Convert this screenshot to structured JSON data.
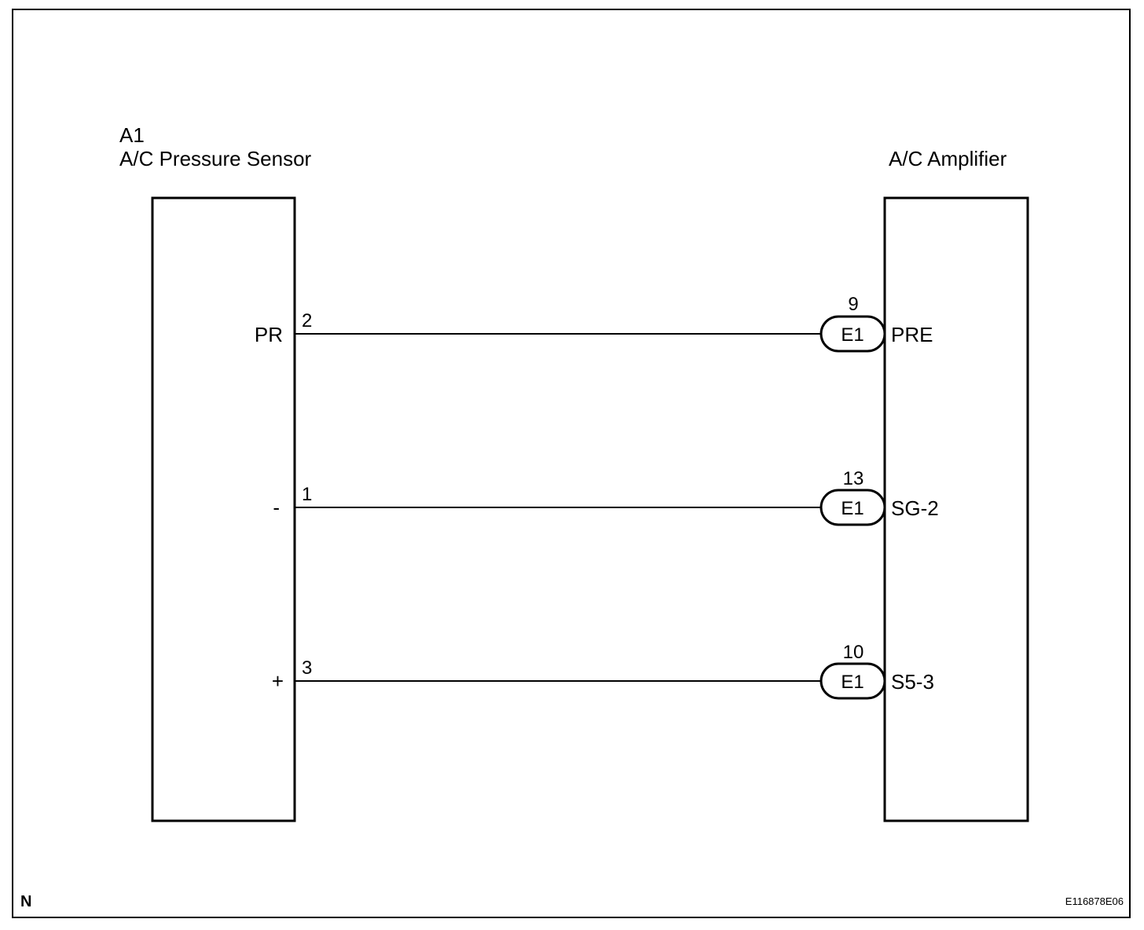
{
  "sensor": {
    "code": "A1",
    "name": "A/C Pressure Sensor",
    "pins": [
      {
        "signal": "PR",
        "pin": "2"
      },
      {
        "signal": "-",
        "pin": "1"
      },
      {
        "signal": "+",
        "pin": "3"
      }
    ]
  },
  "amplifier": {
    "name": "A/C Amplifier",
    "pins": [
      {
        "connector": "E1",
        "pin": "9",
        "signal": "PRE"
      },
      {
        "connector": "E1",
        "pin": "13",
        "signal": "SG-2"
      },
      {
        "connector": "E1",
        "pin": "10",
        "signal": "S5-3"
      }
    ]
  },
  "footer": {
    "left_mark": "N",
    "figure_code": "E116878E06"
  }
}
